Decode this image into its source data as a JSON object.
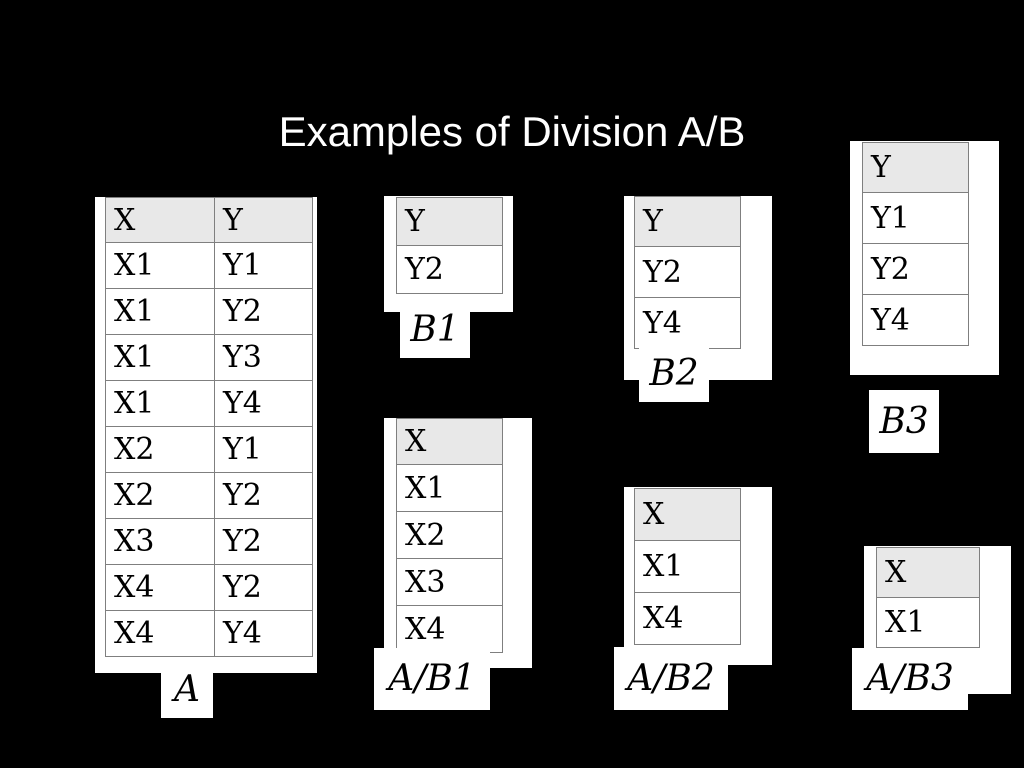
{
  "slide": {
    "title": "Examples of Division A/B"
  },
  "tables": {
    "A": {
      "label": "A",
      "header": [
        "X",
        "Y"
      ],
      "rows": [
        [
          "X1",
          "Y1"
        ],
        [
          "X1",
          "Y2"
        ],
        [
          "X1",
          "Y3"
        ],
        [
          "X1",
          "Y4"
        ],
        [
          "X2",
          "Y1"
        ],
        [
          "X2",
          "Y2"
        ],
        [
          "X3",
          "Y2"
        ],
        [
          "X4",
          "Y2"
        ],
        [
          "X4",
          "Y4"
        ]
      ]
    },
    "B1": {
      "label": "B1",
      "header": [
        "Y"
      ],
      "rows": [
        [
          "Y2"
        ]
      ]
    },
    "B2": {
      "label": "B2",
      "header": [
        "Y"
      ],
      "rows": [
        [
          "Y2"
        ],
        [
          "Y4"
        ]
      ]
    },
    "B3": {
      "label": "B3",
      "header": [
        "Y"
      ],
      "rows": [
        [
          "Y1"
        ],
        [
          "Y2"
        ],
        [
          "Y4"
        ]
      ]
    },
    "AB1": {
      "label": "A/B1",
      "header": [
        "X"
      ],
      "rows": [
        [
          "X1"
        ],
        [
          "X2"
        ],
        [
          "X3"
        ],
        [
          "X4"
        ]
      ]
    },
    "AB2": {
      "label": "A/B2",
      "header": [
        "X"
      ],
      "rows": [
        [
          "X1"
        ],
        [
          "X4"
        ]
      ]
    },
    "AB3": {
      "label": "A/B3",
      "header": [
        "X"
      ],
      "rows": [
        [
          "X1"
        ]
      ]
    }
  },
  "theme": {
    "background": "#000000",
    "title_color": "#ffffff",
    "header_fill": "#e8e8e8",
    "grid_color": "#7f7f7f"
  }
}
